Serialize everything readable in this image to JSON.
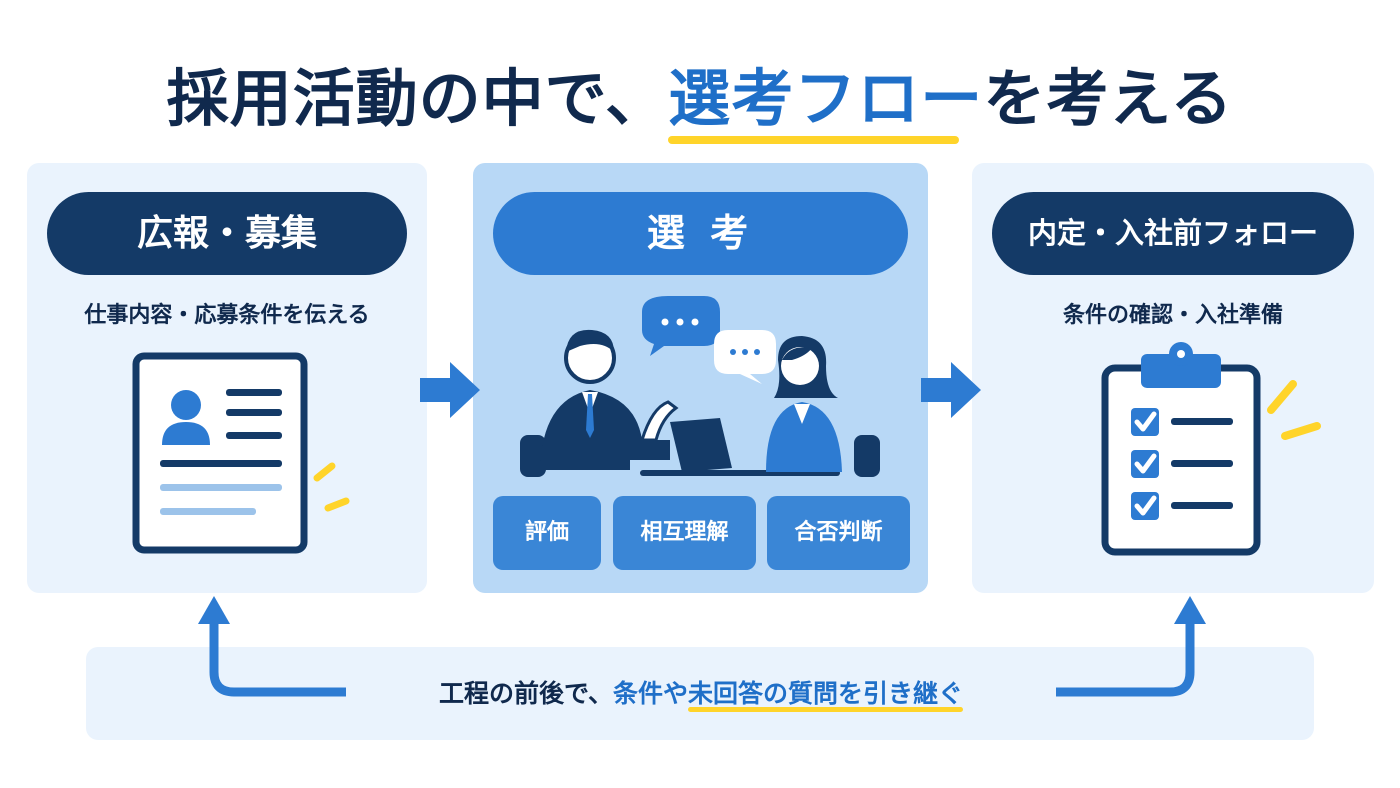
{
  "title": {
    "prefix": "採用活動の中で、",
    "highlight": "選考フロー",
    "suffix": "を考える"
  },
  "stages": [
    {
      "label": "広報・募集",
      "description": "仕事内容・応募条件を伝える"
    },
    {
      "label": "選 考",
      "tags": [
        "評価",
        "相互理解",
        "合否判断"
      ]
    },
    {
      "label": "内定・入社前フォロー",
      "description": "条件の確認・入社準備"
    }
  ],
  "footer": {
    "prefix": "工程の前後で、",
    "highlight_a": "条件や",
    "highlight_b": "未回答の質問を引き継ぐ"
  },
  "colors": {
    "navy": "#143a67",
    "blue": "#2d7bd2",
    "accent_yellow": "#ffd42a",
    "panel_light": "#eaf3fd",
    "panel_mid": "#b8d8f6"
  },
  "icons": {
    "stage1": "resume-document-icon",
    "stage2": "interview-people-icon",
    "stage3": "checklist-clipboard-icon"
  }
}
